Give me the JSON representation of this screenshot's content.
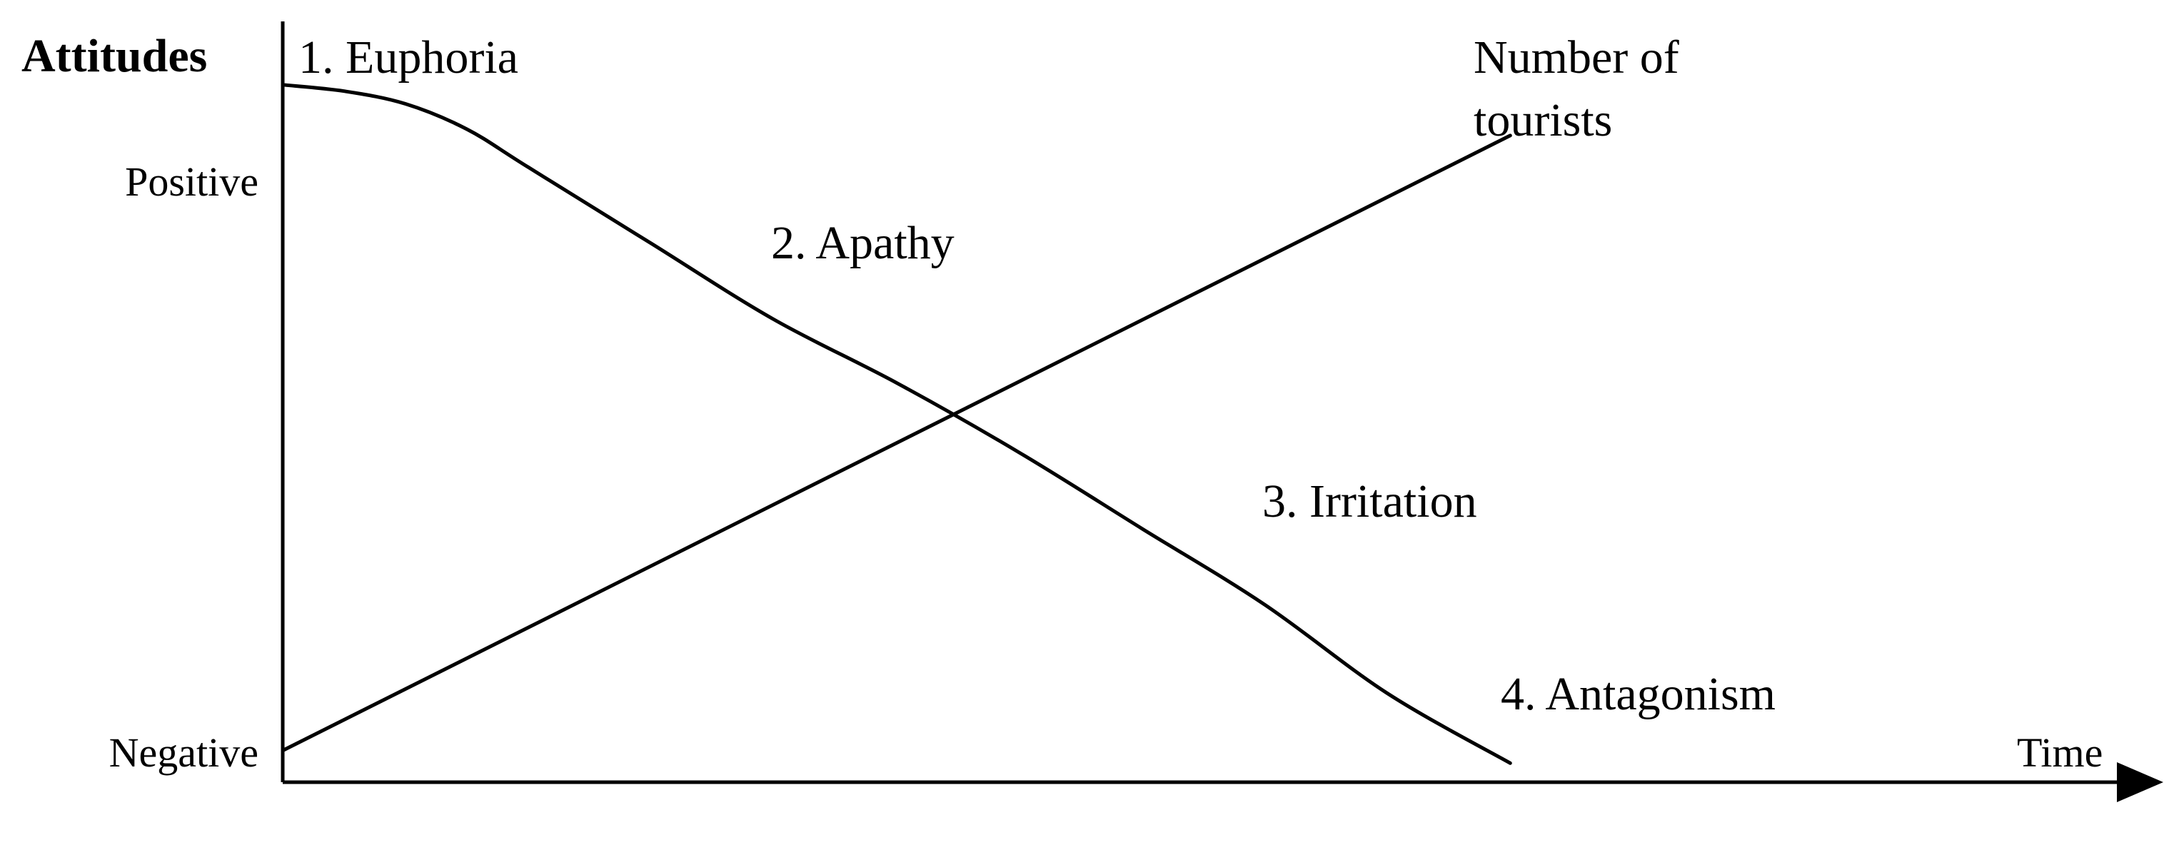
{
  "chart_data": {
    "type": "line",
    "ylabel": "Attitudes",
    "xlabel": "Time",
    "y_ticks": [
      "Positive",
      "Negative"
    ],
    "stages": [
      {
        "label": "1. Euphoria"
      },
      {
        "label": "2. Apathy"
      },
      {
        "label": "3. Irritation"
      },
      {
        "label": "4. Antagonism"
      }
    ],
    "series": [
      {
        "name": "Attitudes",
        "x": [
          0,
          0.05,
          0.1,
          0.15,
          0.2,
          0.3,
          0.4,
          0.5,
          0.6,
          0.7,
          0.8,
          0.9,
          1.0
        ],
        "y": [
          1.0,
          0.99,
          0.97,
          0.93,
          0.87,
          0.75,
          0.63,
          0.53,
          0.42,
          0.3,
          0.18,
          0.04,
          -0.07
        ]
      },
      {
        "name": "Number of tourists",
        "x": [
          0,
          1.0
        ],
        "y": [
          -0.05,
          0.92
        ]
      }
    ],
    "series_label": "Number of tourists",
    "xlim": [
      0,
      1.5
    ],
    "ylim": [
      -0.1,
      1.1
    ],
    "arrow_on_x_axis": true,
    "grid": false
  }
}
